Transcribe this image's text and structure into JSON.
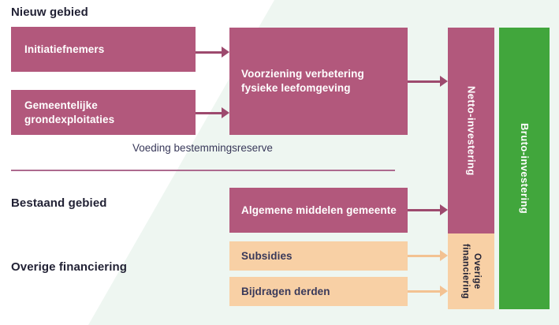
{
  "diagram": {
    "headers": {
      "nieuw_gebied": "Nieuw gebied",
      "bestaand_gebied": "Bestaand gebied",
      "overige_financiering": "Overige financiering"
    },
    "boxes": {
      "initiatiefnemers": "Initiatiefnemers",
      "gemeentelijke_grondexploitaties": "Gemeentelijke grondexploitaties",
      "voorziening": "Voorziening verbetering fysieke leefomgeving",
      "algemene_middelen": "Algemene middelen gemeente",
      "subsidies": "Subsidies",
      "bijdragen_derden": "Bijdragen derden"
    },
    "annotations": {
      "voeding": "Voeding bestemmingsreserve"
    },
    "bars": {
      "netto": "Netto-investering",
      "overige": "Overige financiering",
      "bruto": "Bruto-investering"
    }
  },
  "colors": {
    "pink": "#b2587c",
    "pink-arrow": "#9d4a6e",
    "peach": "#f8d0a5",
    "peach-arrow": "#f3c292",
    "green": "#41a63c",
    "mint": "#eef6f1",
    "separator": "#ad6a8f",
    "text-dark": "#222235",
    "text-navy": "#39395a",
    "text-light": "#ffffff"
  }
}
